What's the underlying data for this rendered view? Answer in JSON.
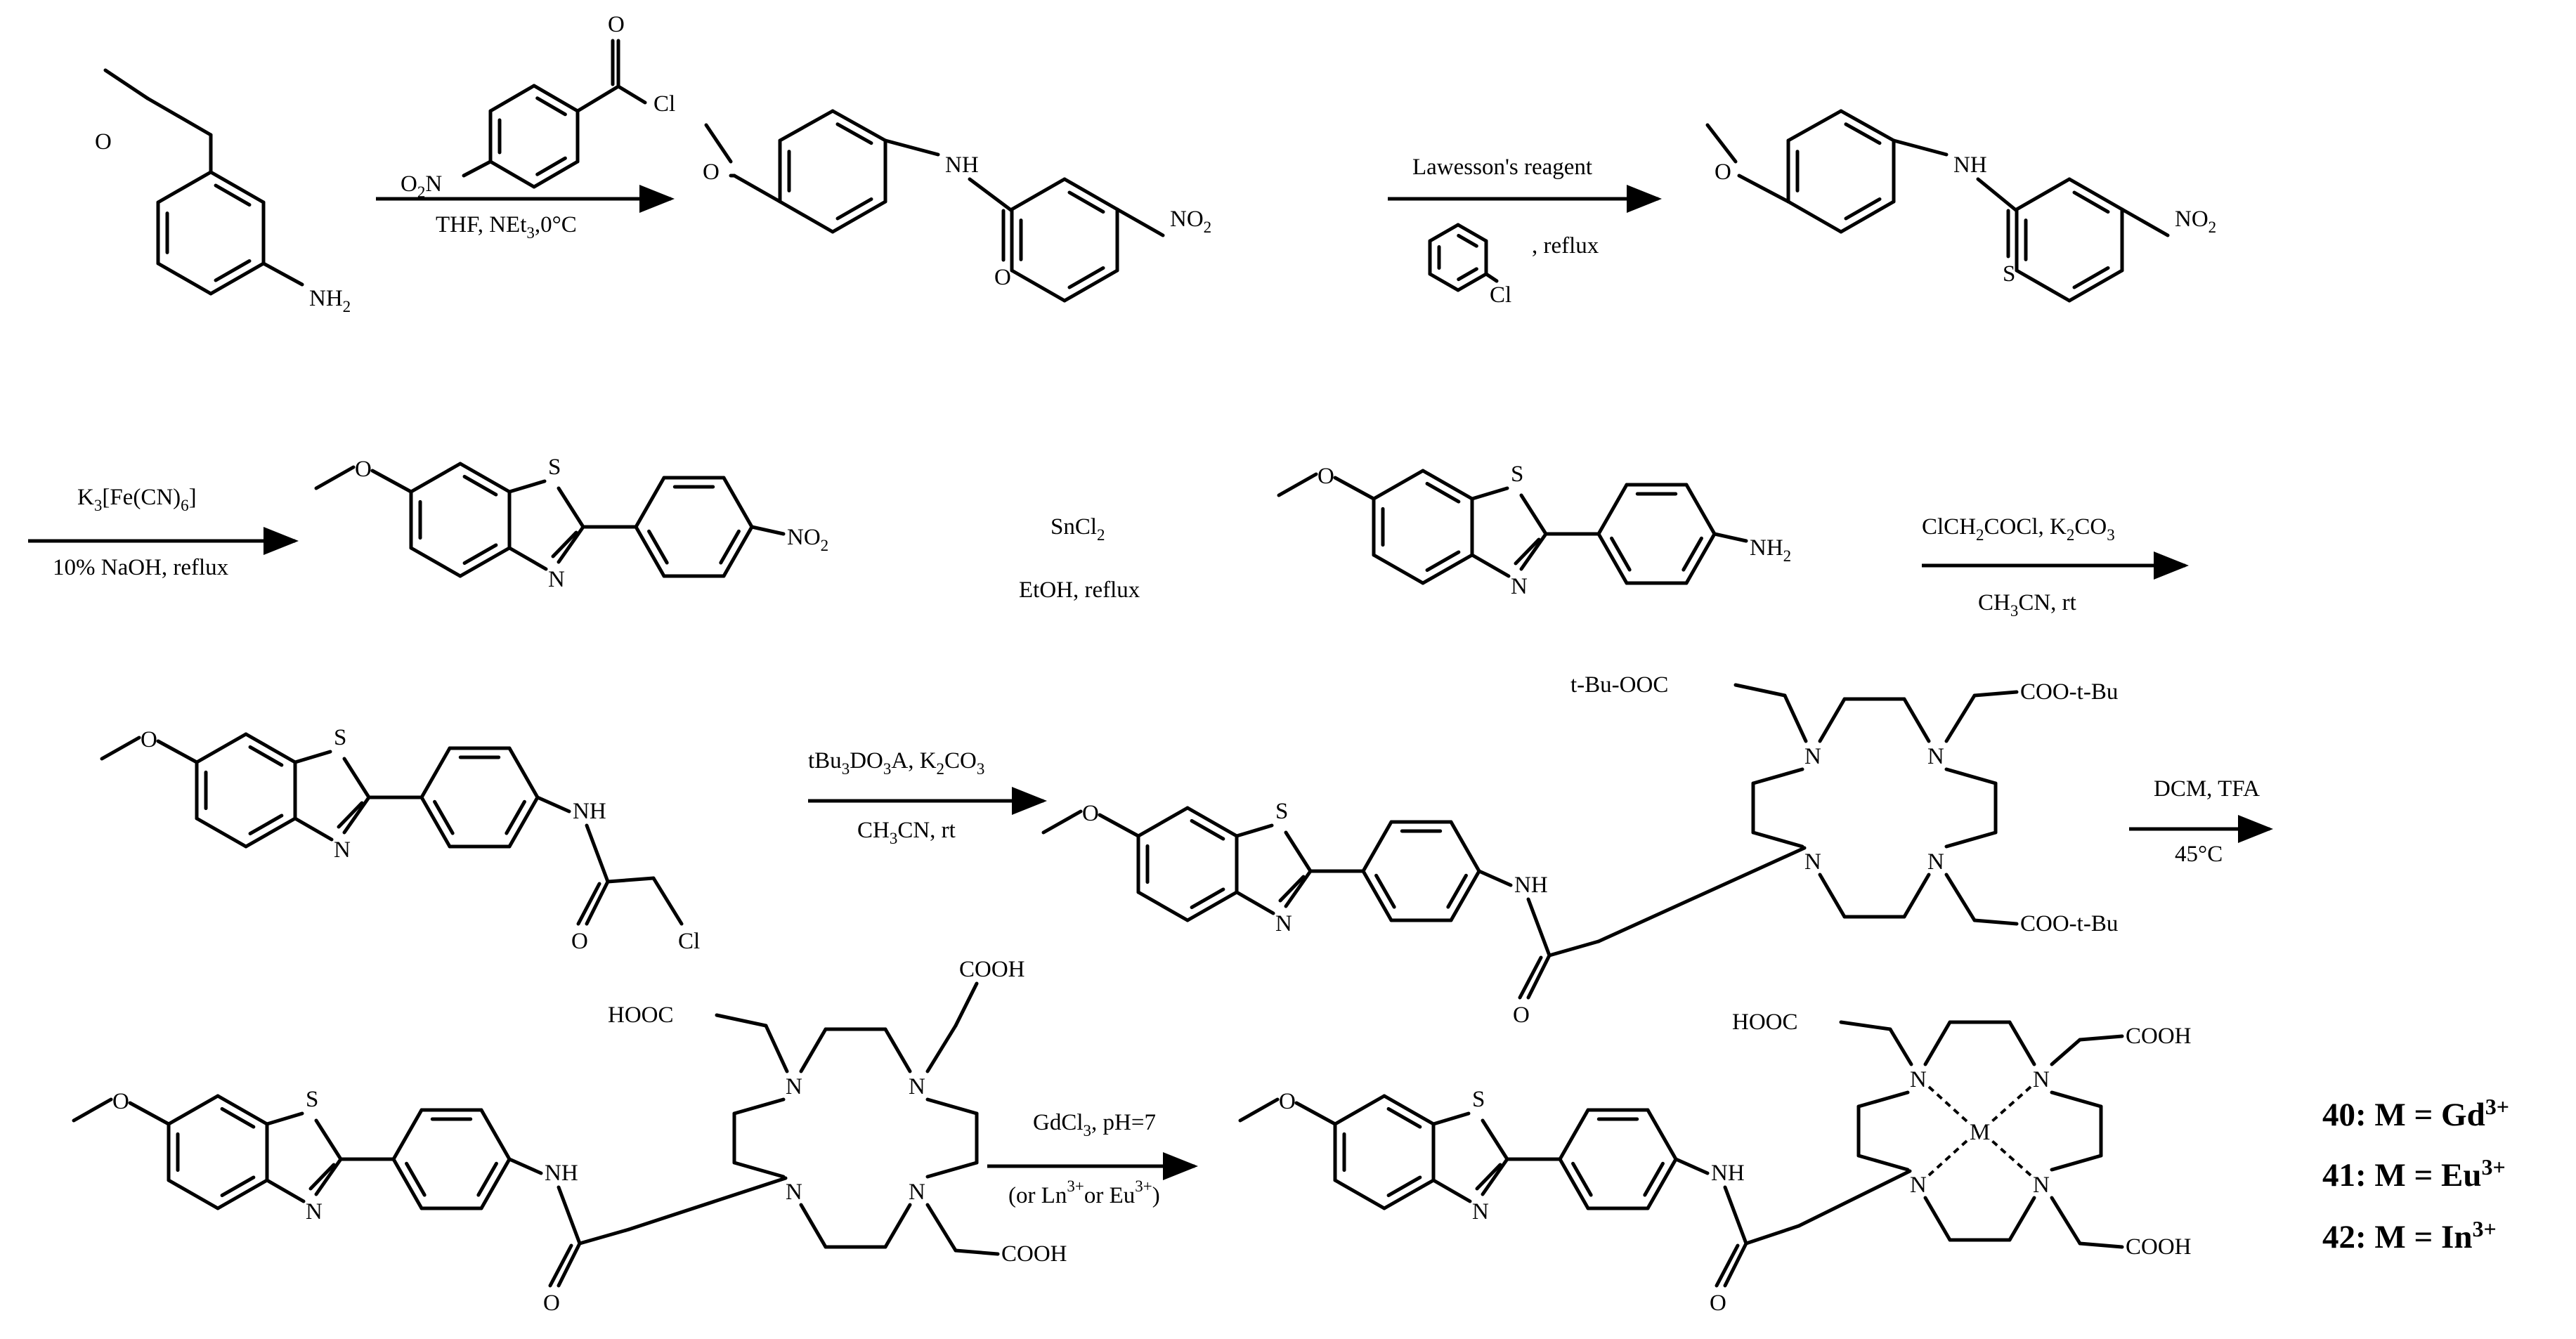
{
  "reactions": {
    "r1": {
      "above": "",
      "below": "THF, NEt3,0°C"
    },
    "r2": {
      "above": "Lawesson's reagent",
      "below": ", reflux"
    },
    "r3": {
      "above": "K3[Fe(CN)6]",
      "below": "10% NaOH, reflux"
    },
    "r4": {
      "above": "SnCl2",
      "below": "EtOH, reflux"
    },
    "r5": {
      "above": "ClCH2COCl, K2CO3",
      "below": "CH3CN, rt"
    },
    "r6": {
      "above": "tBu3DO3A, K2CO3",
      "below": "CH3CN, rt"
    },
    "r7": {
      "above": "DCM, TFA",
      "below": "45°C"
    },
    "r8": {
      "above": "GdCl3, pH=7",
      "below": "(or Ln3+or Eu3+)"
    }
  },
  "atom_labels": {
    "nh2": "NH2",
    "nh": "NH",
    "o": "O",
    "s": "S",
    "n": "N",
    "cl": "Cl",
    "no2": "NO2",
    "o2n": "O2N",
    "m": "M",
    "tbu_ester_left": "t-Bu-OOC",
    "tbu_ester_right": "COO-t-Bu",
    "hooc": "HOOC",
    "cooh": "COOH"
  },
  "products": [
    {
      "id": "40",
      "metal": "Gd3+",
      "text": "40: M = Gd3+"
    },
    {
      "id": "41",
      "metal": "Eu3+",
      "text": "41: M = Eu3+"
    },
    {
      "id": "42",
      "metal": "In3+",
      "text": "42: M = In3+"
    }
  ]
}
